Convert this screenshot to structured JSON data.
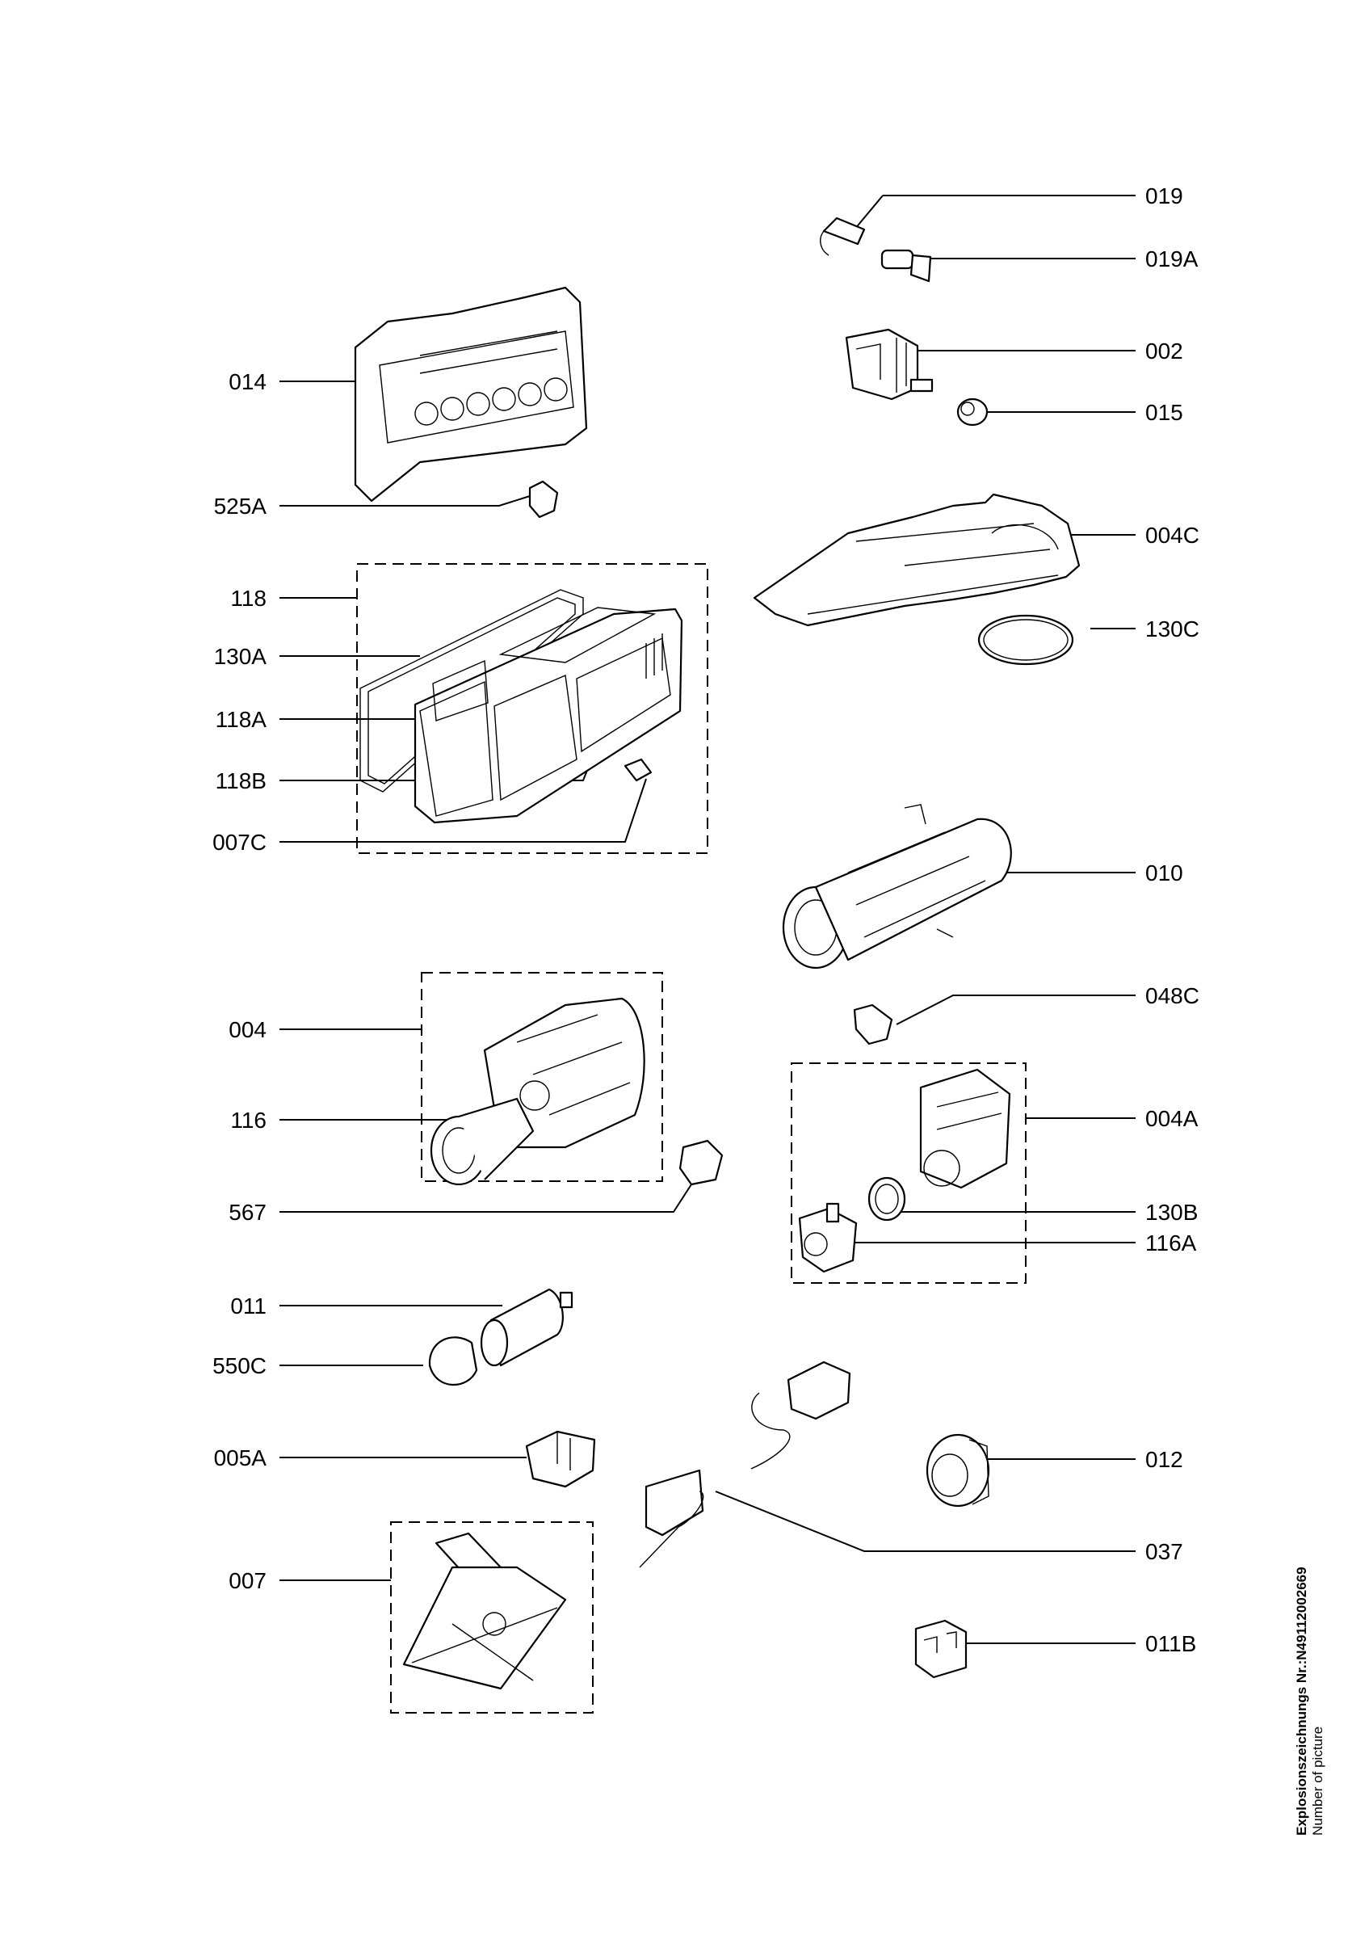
{
  "callouts": {
    "p019": "019",
    "p019A": "019A",
    "p002": "002",
    "p015": "015",
    "p004C": "004C",
    "p130C": "130C",
    "p014": "014",
    "p525A": "525A",
    "p118": "118",
    "p130A": "130A",
    "p118A": "118A",
    "p118B": "118B",
    "p007C": "007C",
    "p010": "010",
    "p048C": "048C",
    "p004": "004",
    "p116": "116",
    "p567": "567",
    "p004A": "004A",
    "p130B": "130B",
    "p116A": "116A",
    "p011": "011",
    "p550C": "550C",
    "p005A": "005A",
    "p012": "012",
    "p037": "037",
    "p007": "007",
    "p011B": "011B"
  },
  "footer": {
    "drawing_number": "Explosionszeichnungs Nr.:N4911200266​9",
    "caption": "Number of picture"
  }
}
